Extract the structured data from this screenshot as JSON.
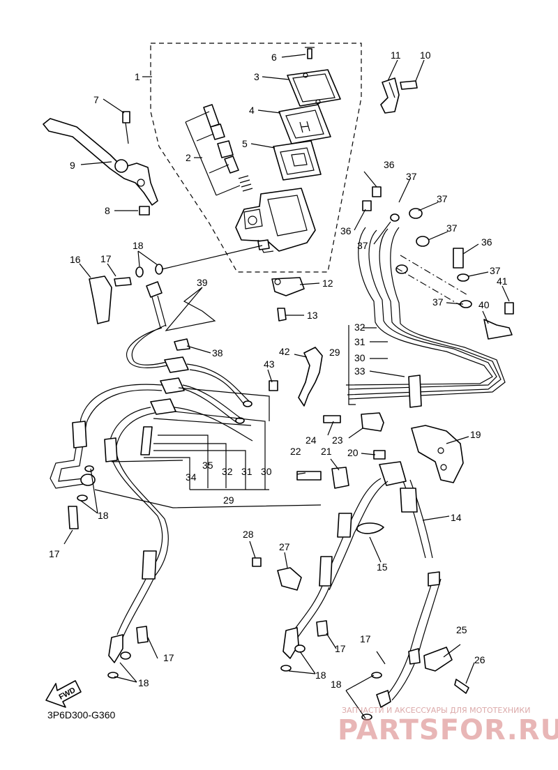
{
  "diagram": {
    "code": "3P6D300-G360",
    "fwd_label": "FWD",
    "labels": {
      "l1": "1",
      "l2": "2",
      "l3": "3",
      "l4": "4",
      "l5": "5",
      "l6": "6",
      "l7": "7",
      "l8": "8",
      "l9": "9",
      "l10": "10",
      "l11": "11",
      "l12": "12",
      "l13": "13",
      "l14": "14",
      "l15": "15",
      "l16": "16",
      "l17a": "17",
      "l17b": "17",
      "l17c": "17",
      "l17d": "17",
      "l17e": "17",
      "l18a": "18",
      "l18b": "18",
      "l18c": "18",
      "l18d": "18",
      "l18e": "18",
      "l19": "19",
      "l20": "20",
      "l21": "21",
      "l22": "22",
      "l23": "23",
      "l24": "24",
      "l25": "25",
      "l26": "26",
      "l27": "27",
      "l28": "28",
      "l29a": "29",
      "l29b": "29",
      "l30a": "30",
      "l30b": "30",
      "l31a": "31",
      "l31b": "31",
      "l32a": "32",
      "l32b": "32",
      "l33": "33",
      "l34": "34",
      "l35": "35",
      "l36a": "36",
      "l36b": "36",
      "l36c": "36",
      "l37a": "37",
      "l37b": "37",
      "l37c": "37",
      "l37d": "37",
      "l37e": "37",
      "l37f": "37",
      "l38": "38",
      "l39": "39",
      "l40": "40",
      "l41": "41",
      "l42": "42",
      "l43": "43"
    }
  },
  "watermark": {
    "tagline": "ЗАПЧАСТИ И АКСЕССУАРЫ ДЛЯ МОТОТЕХНИКИ",
    "brand": "PARTSFOR.RU",
    "color": "#d77c7c"
  }
}
